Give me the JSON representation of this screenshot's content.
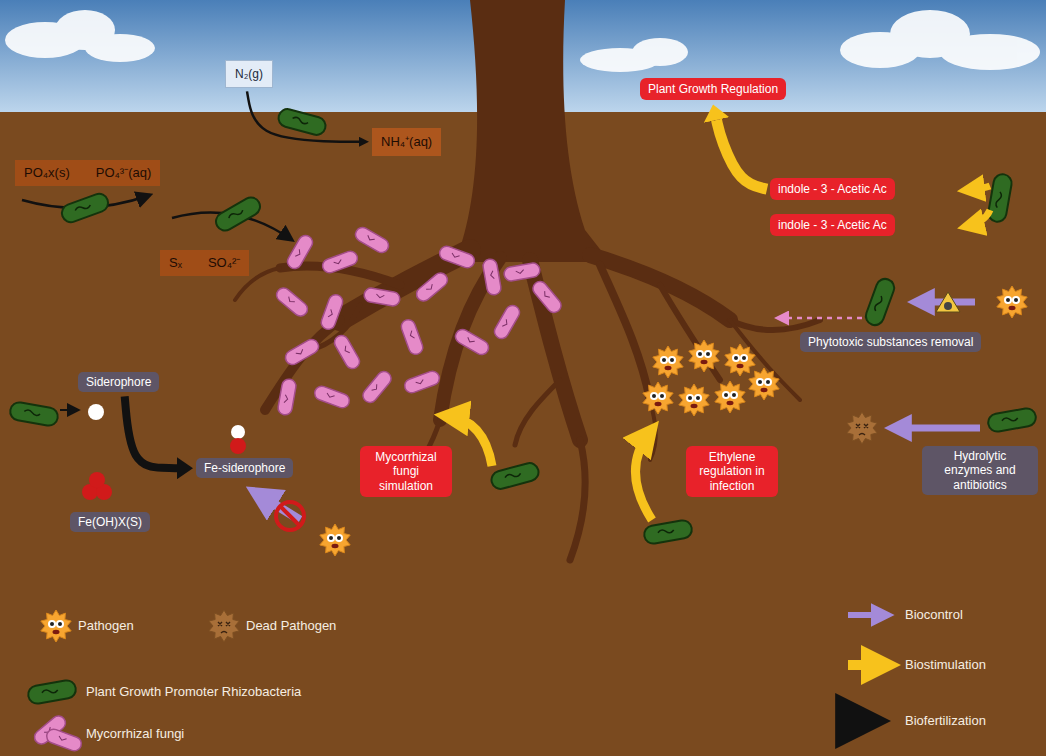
{
  "diagram": {
    "nodes": [
      {
        "text": [
          "N₂(g)"
        ]
      },
      {
        "text": [
          "Plant Growth Regulation"
        ]
      },
      {
        "text": [
          "NH₄⁺(aq)"
        ]
      },
      {
        "text": [
          "PO₄x(s)",
          "PO₄³⁻(aq)"
        ]
      },
      {
        "text": [
          "indole - 3 - Acetic Ac"
        ]
      },
      {
        "text": [
          "indole - 3 - Acetic Ac"
        ]
      },
      {
        "text": [
          "Sₓ",
          "SO₄²⁻"
        ]
      },
      {
        "text": [
          "Phytotoxic substances removal"
        ]
      },
      {
        "text": [
          "Siderophore"
        ]
      },
      {
        "text": [
          "Hydrolytic enzymes and antibiotics"
        ]
      },
      {
        "text": [
          "Mycorrhizal fungi simulation"
        ]
      },
      {
        "text": [
          "Ethylene regulation in infection"
        ]
      },
      {
        "text": [
          "Fe-siderophore"
        ]
      },
      {
        "text": [
          "Fe(OH)X(S)"
        ]
      }
    ],
    "edges": [
      {
        "from": 0,
        "to": 2,
        "arrow": "to"
      },
      {
        "from": 8,
        "to": 12,
        "arrow": "to"
      },
      {
        "from": 4,
        "to": 1,
        "arrow": "to"
      }
    ],
    "legend": [
      {
        "text": "Pathogen"
      },
      {
        "text": "Dead Pathogen"
      },
      {
        "text": "Plant Growth Promoter Rhizobacteria"
      },
      {
        "text": "Mycorrhizal fungi"
      },
      {
        "text": "Biocontrol"
      },
      {
        "text": "Biostimulation"
      },
      {
        "text": "Biofertilization"
      }
    ]
  }
}
